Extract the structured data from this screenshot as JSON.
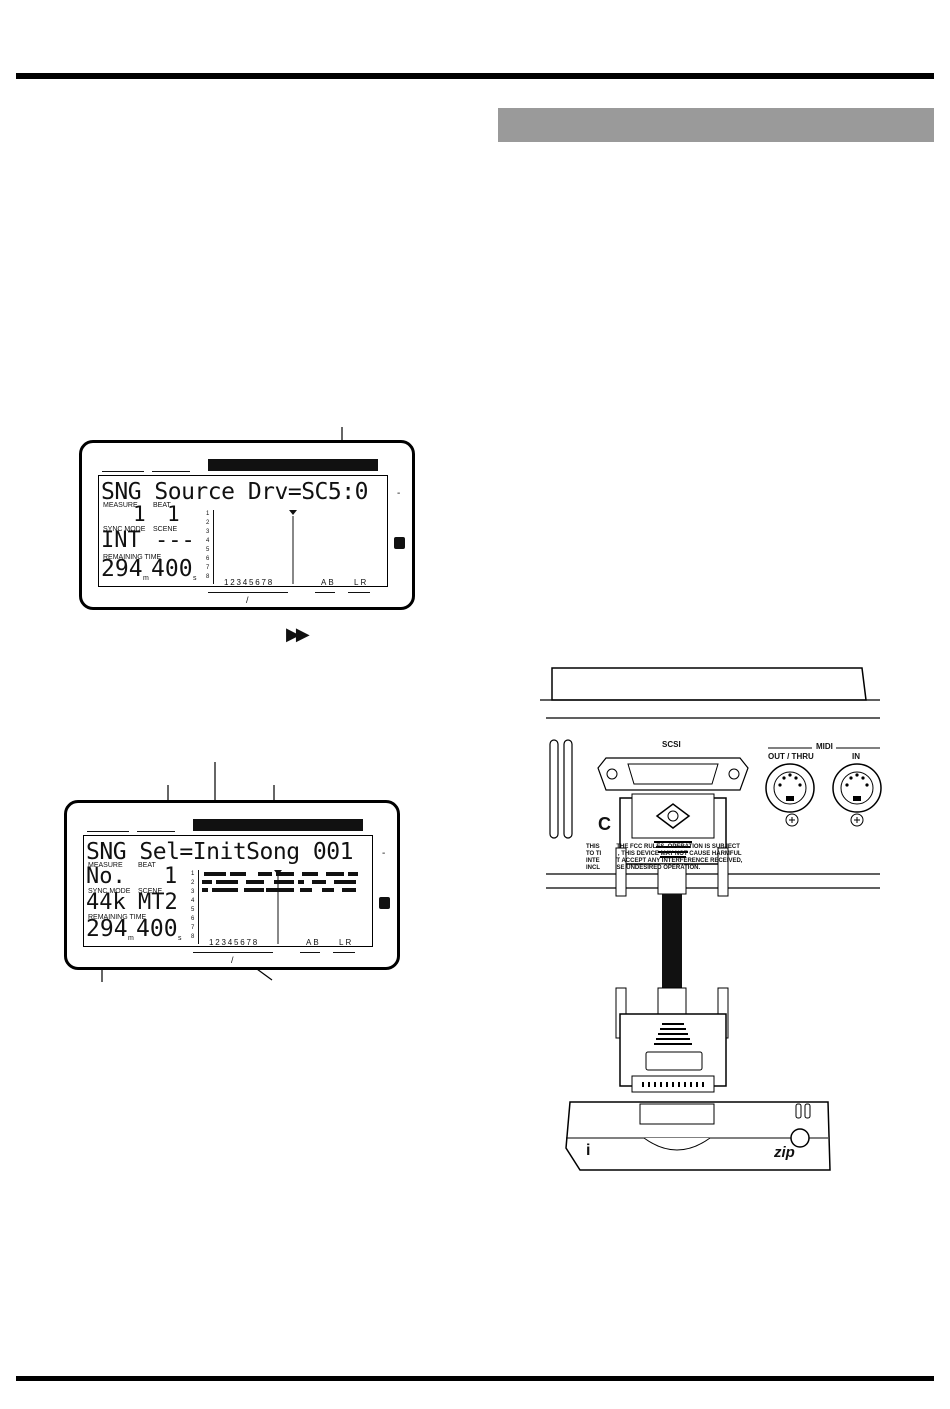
{
  "lcd1": {
    "row1": "SNG Source Drv=SC5:0",
    "measure_label": "MEASURE",
    "beat_label": "BEAT",
    "measure_value": "1",
    "beat_value": "1",
    "sync_mode_label": "SYNC MODE",
    "scene_label": "SCENE",
    "sync_mode_value": "INT",
    "scene_value": "---",
    "remaining_label": "REMAINING TIME",
    "remaining_min": "294",
    "remaining_min_unit": "m",
    "remaining_sec": "400",
    "remaining_sec_unit": "s",
    "track_numbers": [
      "1",
      "2",
      "3",
      "4",
      "5",
      "6",
      "7",
      "8"
    ],
    "bottom_tracks": "12345678",
    "bottom_ab": "AB",
    "bottom_lr": "LR",
    "slash": "/",
    "dash": "-"
  },
  "ff_symbol": "▶▶",
  "lcd2": {
    "row1": "SNG Sel=InitSong 001",
    "measure_label": "MEASURE",
    "beat_label": "BEAT",
    "row2_left": "No.",
    "row2_right": "1",
    "sync_mode_label": "SYNC MODE",
    "scene_label": "SCENE",
    "row3_left": "44k",
    "row3_right": "MT2",
    "remaining_label": "REMAINING TIME",
    "remaining_min": "294",
    "remaining_min_unit": "m",
    "remaining_sec": "400",
    "remaining_sec_unit": "s",
    "track_numbers": [
      "1",
      "2",
      "3",
      "4",
      "5",
      "6",
      "7",
      "8"
    ],
    "bottom_tracks": "12345678",
    "bottom_ab": "AB",
    "bottom_lr": "LR",
    "slash": "/",
    "dash": "-"
  },
  "hardware": {
    "scsi_label": "SCSI",
    "midi_label": "MIDI",
    "out_thru_label": "OUT / THRU",
    "in_label": "IN",
    "fcc_line1": "THIS          THE FCC RULES. OPERATION IS SUBJECT",
    "fcc_line2": "TO TI          , THIS DEVICE MAY NOT CAUSE HARMFUL",
    "fcc_line3": "INTE          T ACCEPT ANY INTERFERENCE RECEIVED,",
    "fcc_line4": "INCL          SE UNDESIRED OPERATION.",
    "ce_mark": "C",
    "zip_logo": "zip",
    "iomega_mark": "i"
  }
}
